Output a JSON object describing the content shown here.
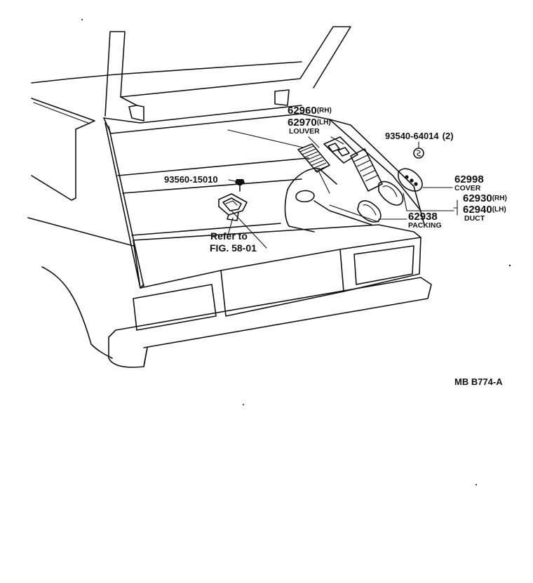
{
  "parts": {
    "louver": {
      "rh_number": "62960",
      "rh_side": "(RH)",
      "lh_number": "62970",
      "lh_side": "(LH)",
      "name": "LOUVER"
    },
    "screw": {
      "number": "93560-15010"
    },
    "clip": {
      "number": "93540-64014",
      "qty": "(2)"
    },
    "cover": {
      "number": "62998",
      "name": "COVER"
    },
    "duct": {
      "rh_number": "62930",
      "rh_side": "(RH)",
      "lh_number": "62940",
      "lh_side": "(LH)",
      "name": "DUCT"
    },
    "packing": {
      "number": "62938",
      "name": "PACKING"
    }
  },
  "reference": {
    "line1": "Refer to",
    "line2": "FIG. 58-01"
  },
  "drawing_code": "MB  B774-A"
}
